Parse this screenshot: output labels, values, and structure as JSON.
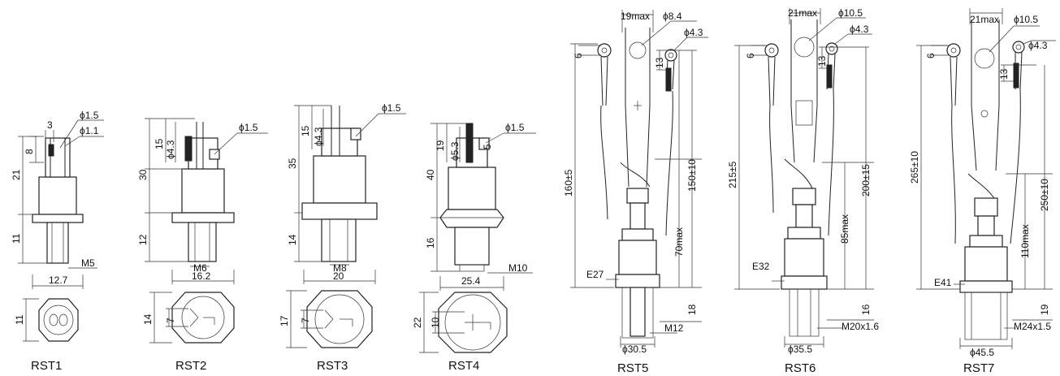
{
  "devices": [
    {
      "label": "RST1",
      "dims": {
        "lug_w": "3",
        "d1": "ϕ1.5",
        "d2": "ϕ1.1",
        "top": "8",
        "body_h": "21",
        "thread_h": "11",
        "thread": "M5",
        "flat": "12.7",
        "bottom_h": "11"
      }
    },
    {
      "label": "RST2",
      "dims": {
        "lug_h": "15",
        "dia": "ϕ4.3",
        "d1": "ϕ1.5",
        "body_h": "30",
        "thread_h": "12",
        "thread": "M6",
        "flat": "16.2",
        "bottom_h": "14",
        "bottom_h2": "7"
      }
    },
    {
      "label": "RST3",
      "dims": {
        "lug_h": "15",
        "dia": "ϕ4.3",
        "d1": "ϕ1.5",
        "body_h": "35",
        "thread_h": "14",
        "thread": "M8",
        "flat": "20",
        "bottom_h": "17",
        "bottom_h2": "7"
      }
    },
    {
      "label": "RST4",
      "dims": {
        "lug_h": "19",
        "dia": "ϕ5.3",
        "d1": "ϕ1.5",
        "small": "5",
        "body_h": "40",
        "thread_h": "16",
        "thread": "M10",
        "flat": "25.4",
        "bottom_h": "22",
        "bottom_h2": "10"
      }
    },
    {
      "label": "RST5",
      "dims": {
        "max_w": "19max",
        "dia_big": "ϕ8.4",
        "dia_small": "ϕ4.3",
        "lug": "6",
        "lug2": "13",
        "total": "160±5",
        "lead": "150±10",
        "lead_max": "70max",
        "base": "18",
        "case": "E27",
        "thread": "M12",
        "foot": "ϕ30.5"
      }
    },
    {
      "label": "RST6",
      "dims": {
        "max_w": "21max",
        "dia_big": "ϕ10.5",
        "dia_small": "ϕ4.3",
        "lug": "6",
        "lug2": "13",
        "total": "215±5",
        "lead": "200±15",
        "lead_max": "85max",
        "base": "16",
        "case": "E32",
        "thread": "M20x1.6",
        "foot": "ϕ35.5"
      }
    },
    {
      "label": "RST7",
      "dims": {
        "max_w": "21max",
        "dia_big": "ϕ10.5",
        "dia_small": "ϕ4.3",
        "lug": "6",
        "lug2": "13",
        "total": "265±10",
        "lead": "250±10",
        "lead_max": "110max",
        "base": "19",
        "case": "E41",
        "thread": "M24x1.5",
        "foot": "ϕ45.5"
      }
    }
  ]
}
